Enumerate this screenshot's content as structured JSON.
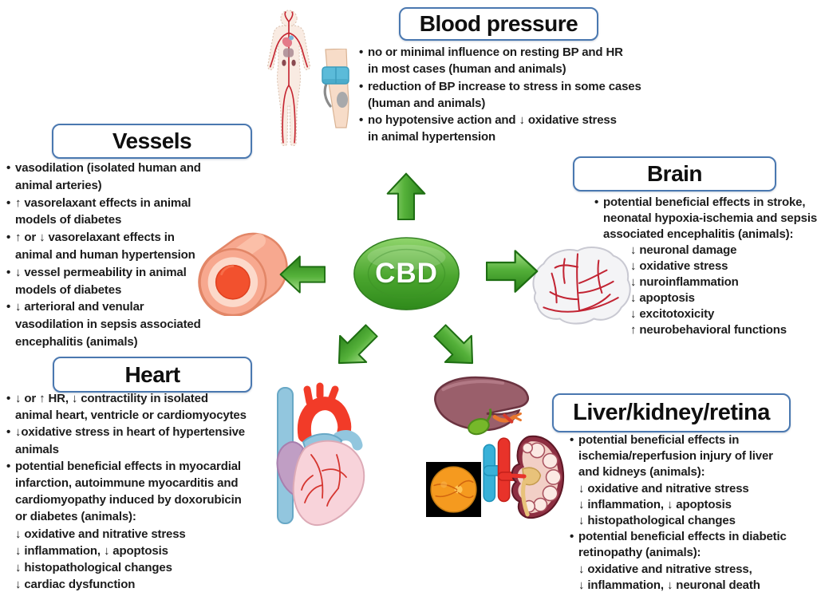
{
  "center": {
    "label": "CBD"
  },
  "panels": {
    "blood_pressure": {
      "title": "Blood pressure",
      "items": [
        {
          "type": "bullet",
          "text": "no or minimal influence on resting BP and HR\nin most cases (human and animals)"
        },
        {
          "type": "bullet",
          "text": "reduction of BP increase to stress in some cases\n(human and animals)"
        },
        {
          "type": "bullet",
          "text": "no hypotensive action and ↓ oxidative stress\nin animal hypertension"
        }
      ]
    },
    "vessels": {
      "title": "Vessels",
      "items": [
        {
          "type": "bullet",
          "text": "vasodilation (isolated human and\nanimal arteries)"
        },
        {
          "type": "bullet",
          "text": "↑ vasorelaxant effects in animal\nmodels of diabetes"
        },
        {
          "type": "bullet",
          "text": "↑ or ↓ vasorelaxant effects in\nanimal and human hypertension"
        },
        {
          "type": "bullet",
          "text": "↓ vessel permeability in animal\nmodels of diabetes"
        },
        {
          "type": "bullet",
          "text": "↓ arterioral and venular\nvasodilation in sepsis associated\nencephalitis (animals)"
        }
      ]
    },
    "brain": {
      "title": "Brain",
      "items": [
        {
          "type": "bullet",
          "text": "potential beneficial effects in stroke,\nneonatal hypoxia-ischemia and sepsis\nassociated encephalitis (animals):"
        },
        {
          "type": "sub",
          "text": "↓ neuronal damage"
        },
        {
          "type": "sub",
          "text": "↓ oxidative stress"
        },
        {
          "type": "sub",
          "text": "↓ nuroinflammation"
        },
        {
          "type": "sub",
          "text": "↓ apoptosis"
        },
        {
          "type": "sub",
          "text": "↓ excitotoxicity"
        },
        {
          "type": "sub",
          "text": "↑ neurobehavioral functions"
        }
      ]
    },
    "heart": {
      "title": "Heart",
      "items": [
        {
          "type": "bullet",
          "text": "↓ or ↑ HR, ↓ contractility in isolated\nanimal heart, ventricle or cardiomyocytes"
        },
        {
          "type": "bullet",
          "text": "↓oxidative stress in heart of hypertensive\nanimals"
        },
        {
          "type": "bullet",
          "text": "potential beneficial effects in myocardial\ninfarction, autoimmune myocarditis and\ncardiomyopathy induced by doxorubicin\nor diabetes (animals):"
        },
        {
          "type": "sub",
          "text": "↓ oxidative and nitrative stress"
        },
        {
          "type": "sub",
          "text": "↓ inflammation, ↓ apoptosis"
        },
        {
          "type": "sub",
          "text": "↓ histopathological changes"
        },
        {
          "type": "sub",
          "text": "↓ cardiac dysfunction"
        }
      ]
    },
    "liver_kidney_retina": {
      "title": "Liver/kidney/retina",
      "items": [
        {
          "type": "bullet",
          "text": "potential beneficial effects in\nischemia/reperfusion injury of liver\nand kidneys (animals):"
        },
        {
          "type": "sub",
          "text": "↓ oxidative and nitrative stress"
        },
        {
          "type": "sub",
          "text": "↓ inflammation, ↓ apoptosis"
        },
        {
          "type": "sub",
          "text": "↓ histopathological changes"
        },
        {
          "type": "bullet",
          "text": "potential beneficial effects in diabetic\nretinopathy (animals):"
        },
        {
          "type": "sub",
          "text": "↓ oxidative and nitrative stress,"
        },
        {
          "type": "sub",
          "text": "↓ inflammation, ↓ neuronal death"
        }
      ]
    }
  },
  "icons": [
    "human-body-icon",
    "bp-cuff-icon",
    "vessel-icon",
    "brain-icon",
    "heart-icon",
    "liver-icon",
    "kidney-icon",
    "retina-icon",
    "arrow-up-icon",
    "arrow-left-icon",
    "arrow-right-icon",
    "arrow-down-left-icon",
    "arrow-down-right-icon",
    "cbd-ellipse"
  ],
  "colors": {
    "background": "#ffffff",
    "title_box_border": "#4a78b0",
    "text": "#1c1c1c",
    "arrow_green": "#55b13a",
    "arrow_green_dark": "#1e6e12",
    "cbd_green": "#37941f",
    "vessel_salmon": "#f7a88f",
    "artery_red": "#c42430",
    "cuff_blue": "#5bbbd9"
  }
}
